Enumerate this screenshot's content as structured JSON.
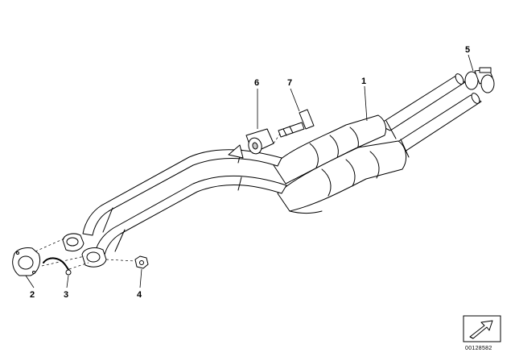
{
  "callouts": {
    "catalytic_converter": "1",
    "gasket": "2",
    "clamp": "3",
    "nut": "4",
    "pipe_clamp": "5",
    "rubber_mount": "6",
    "bolt": "7"
  },
  "diagram_id": "00128582",
  "colors": {
    "line": "#000000",
    "fill": "#ffffff",
    "shade": "#c8c8c8"
  },
  "icons": {
    "orientation": "arrow-icon"
  }
}
